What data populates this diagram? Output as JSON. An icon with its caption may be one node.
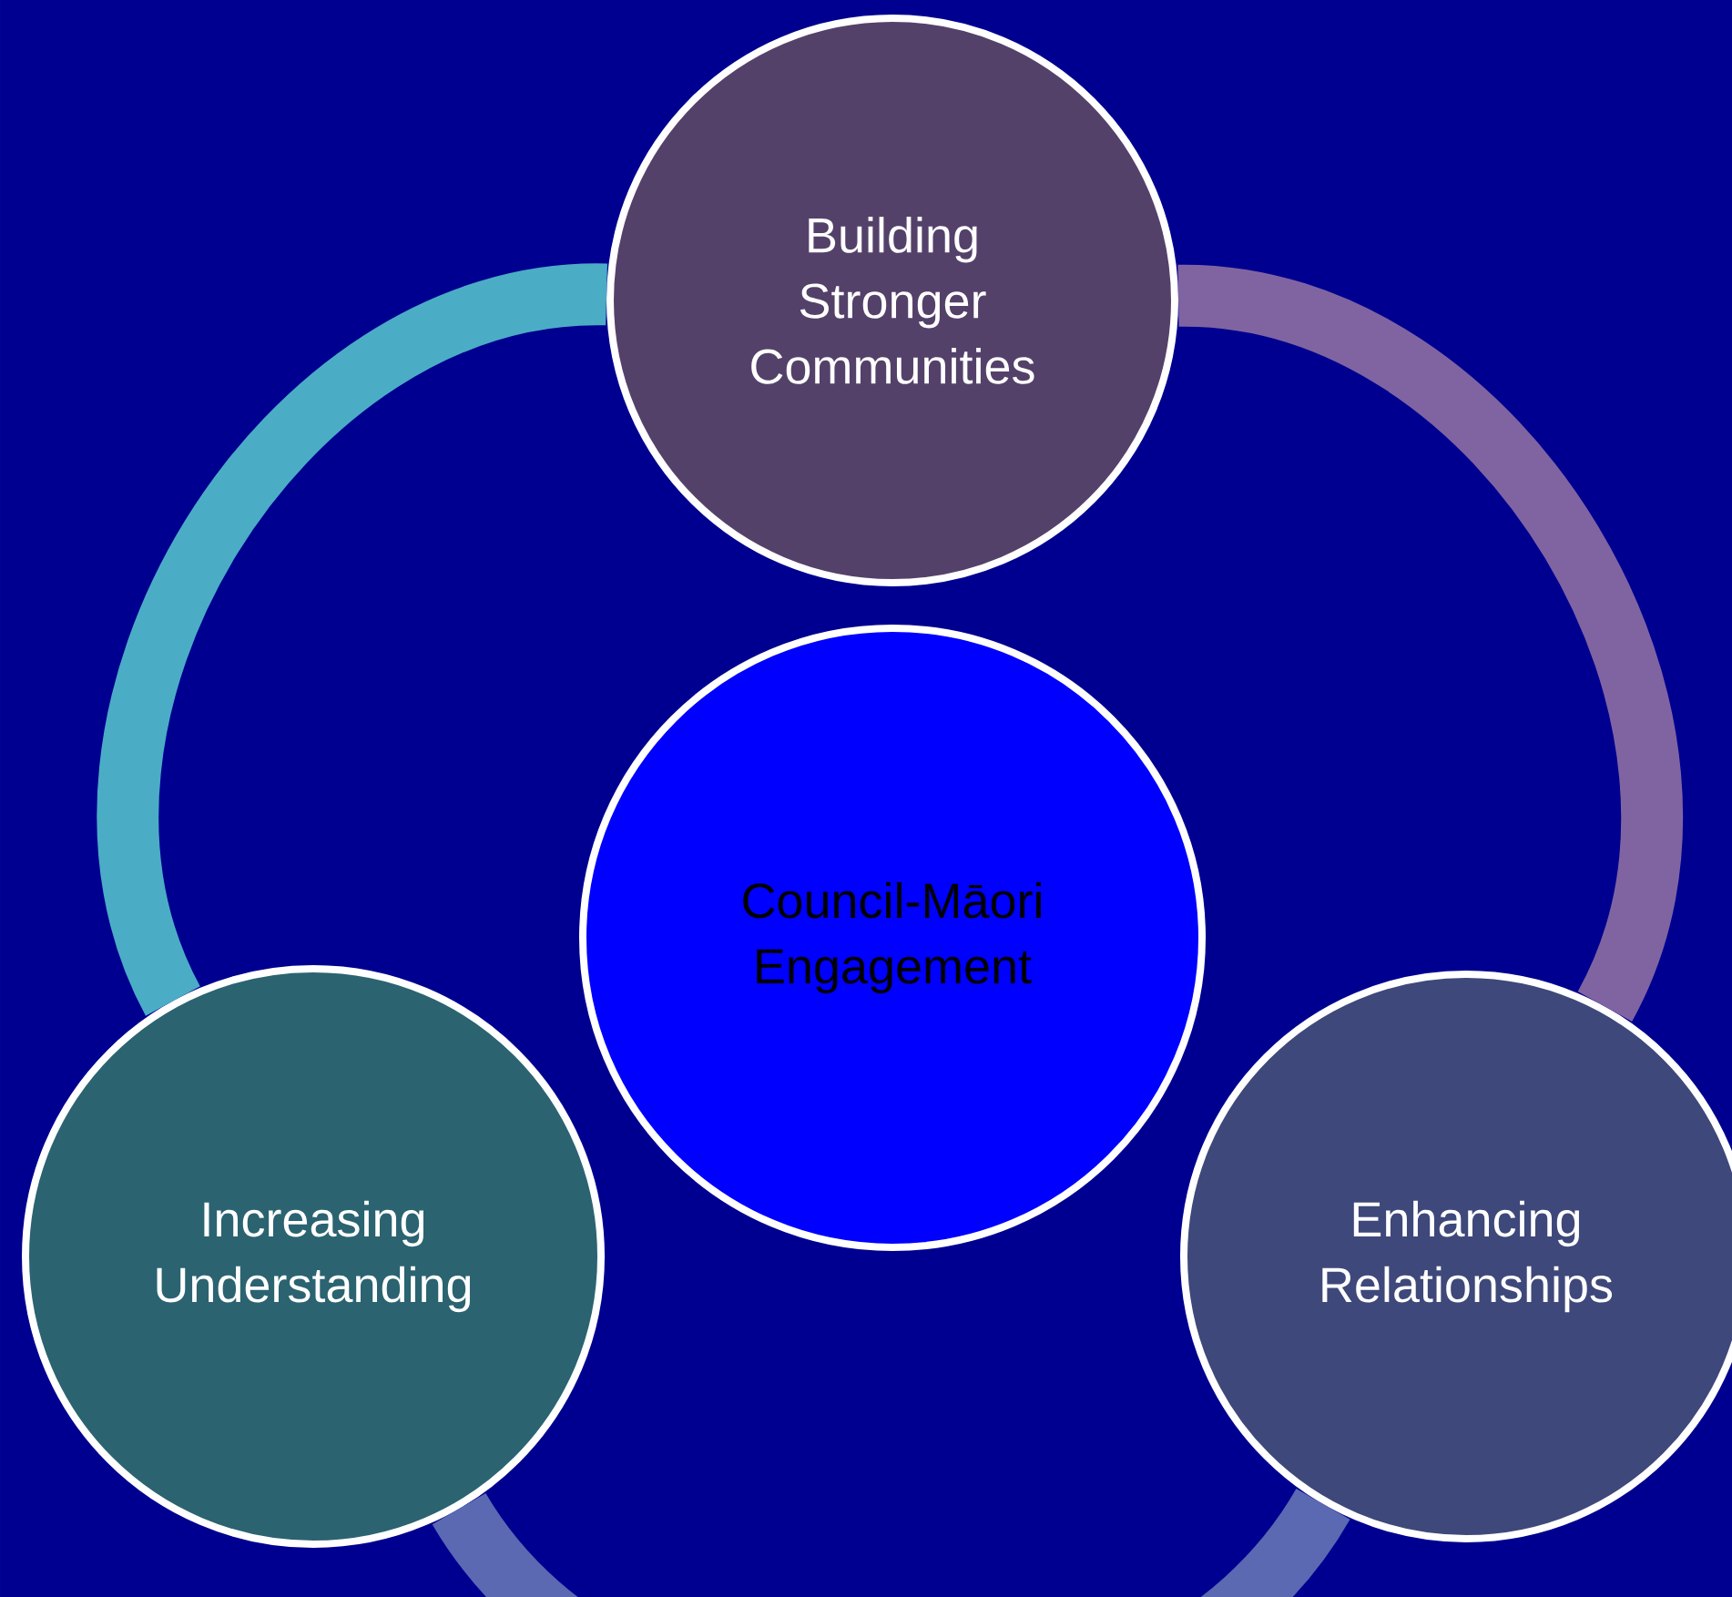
{
  "diagram": {
    "nodes": [
      {
        "text": [
          "Building Stronger Communities"
        ]
      },
      {
        "text": [
          "Council-Māori Engagement"
        ]
      },
      {
        "text": [
          "Increasing Understanding"
        ]
      },
      {
        "text": [
          "Enhancing Relationships"
        ]
      }
    ],
    "edges": [
      {
        "from": 0,
        "to": 3,
        "arrow": "none",
        "color": "#8064a2"
      },
      {
        "from": 3,
        "to": 2,
        "arrow": "none",
        "color": "#5a69b2"
      },
      {
        "from": 2,
        "to": 0,
        "arrow": "none",
        "color": "#4bacc6"
      }
    ]
  }
}
